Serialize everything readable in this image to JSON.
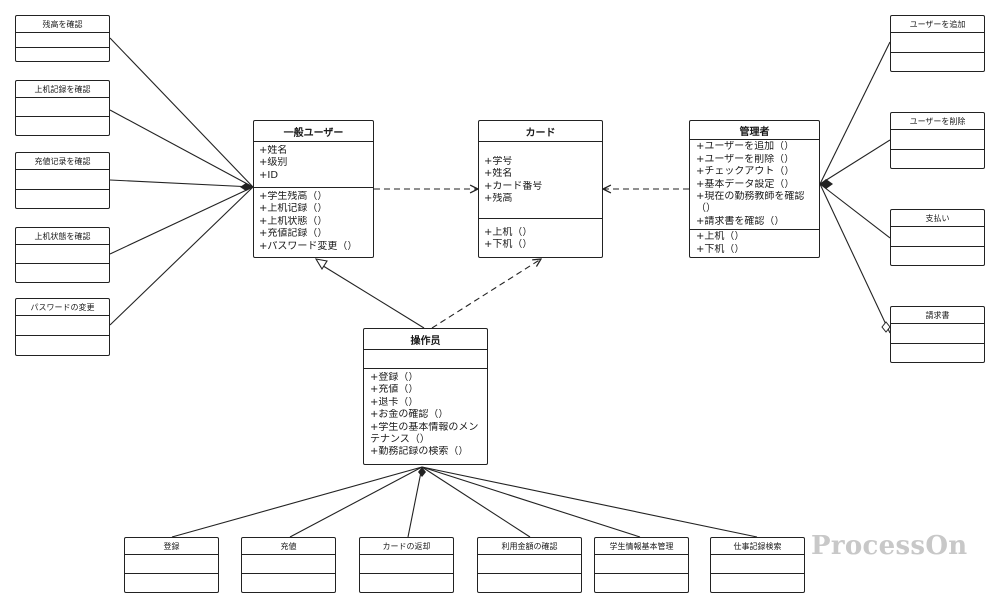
{
  "classes": {
    "general_user": {
      "name": "一般ユーザー",
      "attributes": [
        "+姓名",
        "+级别",
        "+ID"
      ],
      "operations": [
        "+学生残高（）",
        "+上机记録（）",
        "+上机状態（）",
        "+充値記録（）",
        "+パスワード変更（）"
      ]
    },
    "card": {
      "name": "カード",
      "attributes": [
        "+学号",
        "+姓名",
        "+カード番号",
        "+残高"
      ],
      "operations": [
        "+上机（）",
        "+下机（）"
      ]
    },
    "admin": {
      "name": "管理者",
      "operations": [
        "+ユーザーを追加（）",
        "+ユーザーを削除（）",
        "+チェックアウト（）",
        "+基本データ設定（）",
        "+現在の勤務教師を確認（）",
        "+請求書を確認（）"
      ],
      "operations2": [
        "+上机（）",
        "+下机（）"
      ]
    },
    "operator": {
      "name": "操作员",
      "operations": [
        "+登録（）",
        "+充値（）",
        "+退卡（）",
        "+お金の確認（）",
        "+学生の基本情報のメンテナンス（）",
        "+勤務記録の検索（）"
      ]
    }
  },
  "left_boxes": [
    "残高を確認",
    "上机記録を確認",
    "充値记录を確認",
    "上机状態を確認",
    "パスワードの変更"
  ],
  "right_boxes": [
    "ユーザーを追加",
    "ユーザーを削除",
    "支払い",
    "請求書"
  ],
  "bottom_boxes": [
    "登録",
    "充値",
    "カードの返却",
    "利用金額の確認",
    "学生情報基本管理",
    "仕事記録検索"
  ],
  "watermark": "ProcessOn",
  "colors": {
    "stroke": "#222222",
    "background": "#ffffff",
    "watermark": "#c8c8c8"
  }
}
